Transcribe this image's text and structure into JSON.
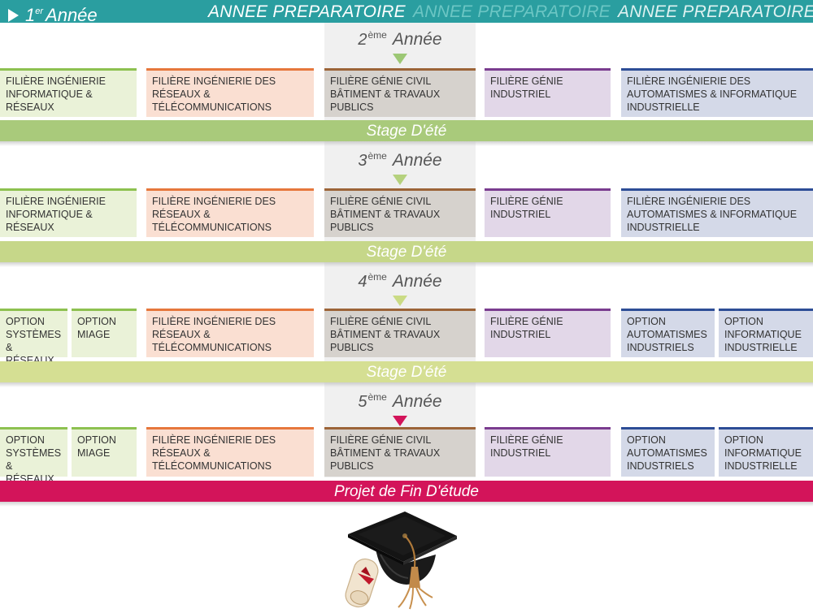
{
  "banner": {
    "first_year_num": "1",
    "first_year_sup": "er",
    "first_year_word": "Année",
    "prep_labels": [
      "ANNEE PREPARATOIRE",
      "ANNEE PREPARATOIRE",
      "ANNEE PREPARATOIRE"
    ]
  },
  "years": [
    {
      "num": "2",
      "sup": "ème",
      "word": "Année"
    },
    {
      "num": "3",
      "sup": "ème",
      "word": "Année"
    },
    {
      "num": "4",
      "sup": "ème",
      "word": "Année"
    },
    {
      "num": "5",
      "sup": "ème",
      "word": "Année"
    }
  ],
  "filieres": {
    "info_reseaux": "Filière Ingénierie Informatique & Réseaux",
    "reseaux_telecom": "Filière Ingénierie des Réseaux & Télécommunications",
    "genie_civil": "Filière Génie Civil Bâtiment & Travaux Publics",
    "genie_industriel": "Filière Génie Industriel",
    "automatismes": "Filière Ingénierie des Automatismes & Informatique Industrielle"
  },
  "options": {
    "systemes_reseaux": "Option Systèmes & Réseaux",
    "miage": "Option MIAGE",
    "automatismes_industriels": "Option Automatismes Industriels",
    "informatique_industrielle": "Option Informatique Industrielle"
  },
  "bands": {
    "stage": "Stage D'été",
    "pfe": "Projet de Fin D'étude"
  },
  "colors": {
    "banner": "#2a9ea0",
    "track_1": "#8dc150",
    "track_2": "#e6773c",
    "track_3": "#9c6438",
    "track_4": "#7a3c8f",
    "track_5": "#2d4d96",
    "pfe": "#d3145a"
  },
  "icons": [
    "play-arrow-icon",
    "down-arrow-icon",
    "graduation-cap-icon"
  ]
}
